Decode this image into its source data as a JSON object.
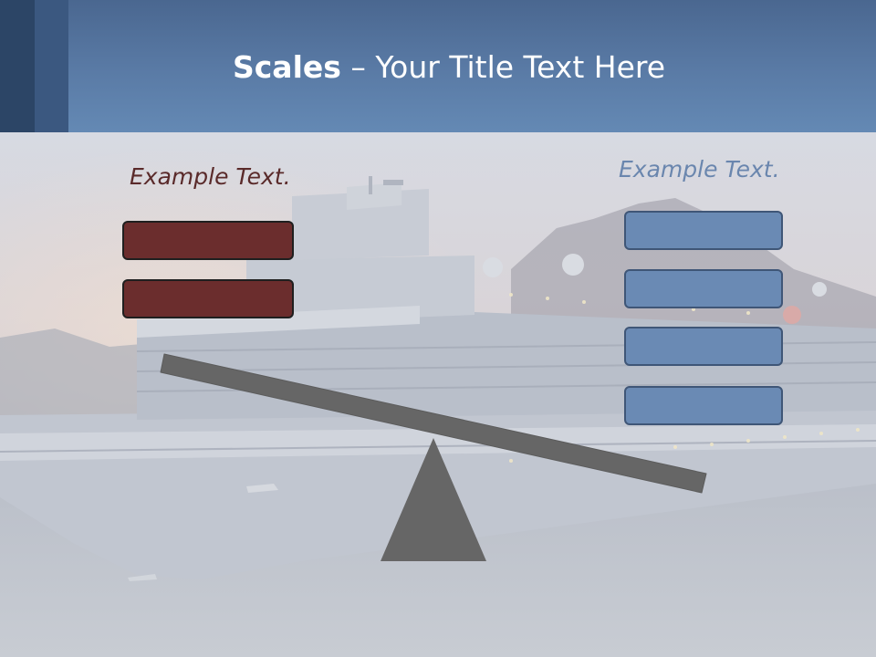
{
  "slide": {
    "title_bold": "Scales",
    "title_rest": " – Your Title Text Here"
  },
  "left_side": {
    "label": "Example Text.",
    "box_count": 2,
    "box_color": "#6b2d2d",
    "label_color": "#5a2a2a"
  },
  "right_side": {
    "label": "Example Text.",
    "box_count": 4,
    "box_color": "#6a8ab4",
    "label_color": "#6a86ae"
  },
  "scale": {
    "beam_color": "#666666",
    "fulcrum_color": "#666666"
  },
  "colors": {
    "header": "#5a7ba6",
    "header_corner_dark": "#2c4566",
    "header_corner_mid": "#3b5880"
  }
}
